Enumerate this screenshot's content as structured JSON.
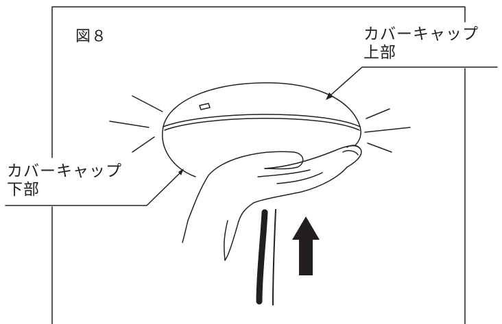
{
  "figure": {
    "label": "図８"
  },
  "callouts": {
    "upper": {
      "line1": "カバーキャップ",
      "line2": "上部"
    },
    "lower": {
      "line1": "カバーキャップ",
      "line2": "下部"
    }
  },
  "colors": {
    "ink": "#231f20",
    "background": "#ffffff"
  }
}
